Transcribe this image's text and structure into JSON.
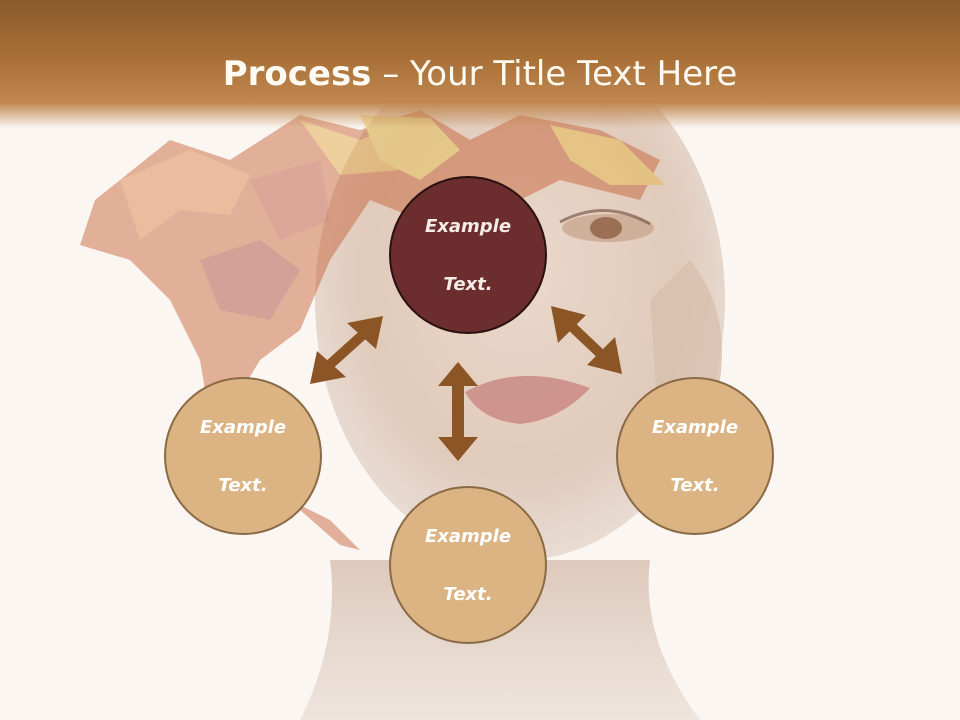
{
  "slide": {
    "title_bold": "Process",
    "title_rest": " – Your Title Text Here",
    "accent_color": "#a87037",
    "center_color": "#6b2d2d",
    "node_color": "#dcb484",
    "arrow_color": "#8b5525"
  },
  "nodes": {
    "center": {
      "line1": "Example",
      "line2": "Text."
    },
    "left": {
      "line1": "Example",
      "line2": "Text."
    },
    "right": {
      "line1": "Example",
      "line2": "Text."
    },
    "bottom": {
      "line1": "Example",
      "line2": "Text."
    }
  },
  "background": {
    "subject": "woman-with-autumn-leaves-photo"
  }
}
